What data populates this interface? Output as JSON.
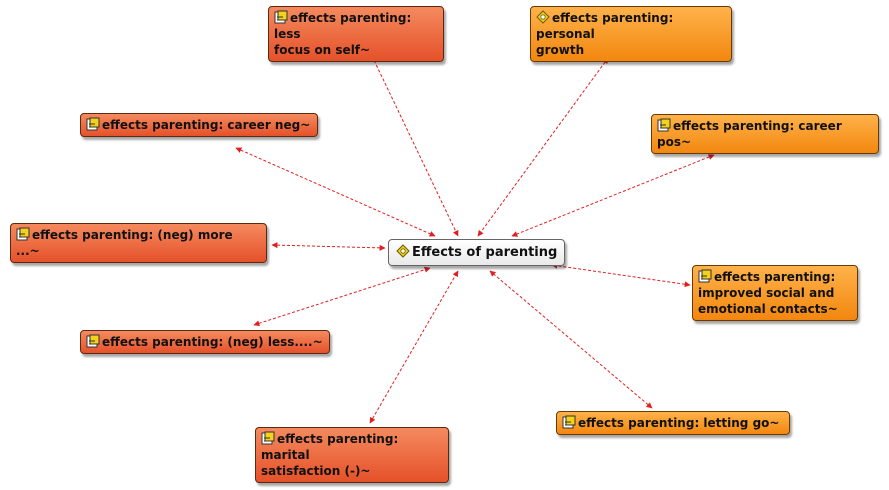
{
  "diagram": {
    "center": {
      "label": "Effects of parenting"
    },
    "nodes": [
      {
        "id": "less-focus",
        "label": "effects parenting: less\nfocus on self~",
        "color": "red"
      },
      {
        "id": "personal-growth",
        "label": "effects parenting: personal\ngrowth",
        "color": "orange"
      },
      {
        "id": "career-neg",
        "label": "effects parenting: career neg~",
        "color": "red"
      },
      {
        "id": "career-pos",
        "label": "effects parenting: career pos~",
        "color": "orange"
      },
      {
        "id": "neg-more",
        "label": "effects parenting: (neg) more ...~",
        "color": "red"
      },
      {
        "id": "improved-social",
        "label": "effects parenting:\nimproved social and\nemotional contacts~",
        "color": "orange"
      },
      {
        "id": "neg-less",
        "label": "effects parenting: (neg) less....~",
        "color": "red"
      },
      {
        "id": "letting-go",
        "label": "effects parenting: letting go~",
        "color": "orange"
      },
      {
        "id": "marital",
        "label": "effects parenting: marital\nsatisfaction (-)~",
        "color": "red"
      }
    ],
    "colors": {
      "red_node": "#e8572e",
      "orange_node": "#f5920f",
      "center_node": "#ffffff",
      "edge": "#e02020"
    },
    "icons": {
      "code_node": "code-document-icon",
      "network": "network-icon"
    }
  }
}
